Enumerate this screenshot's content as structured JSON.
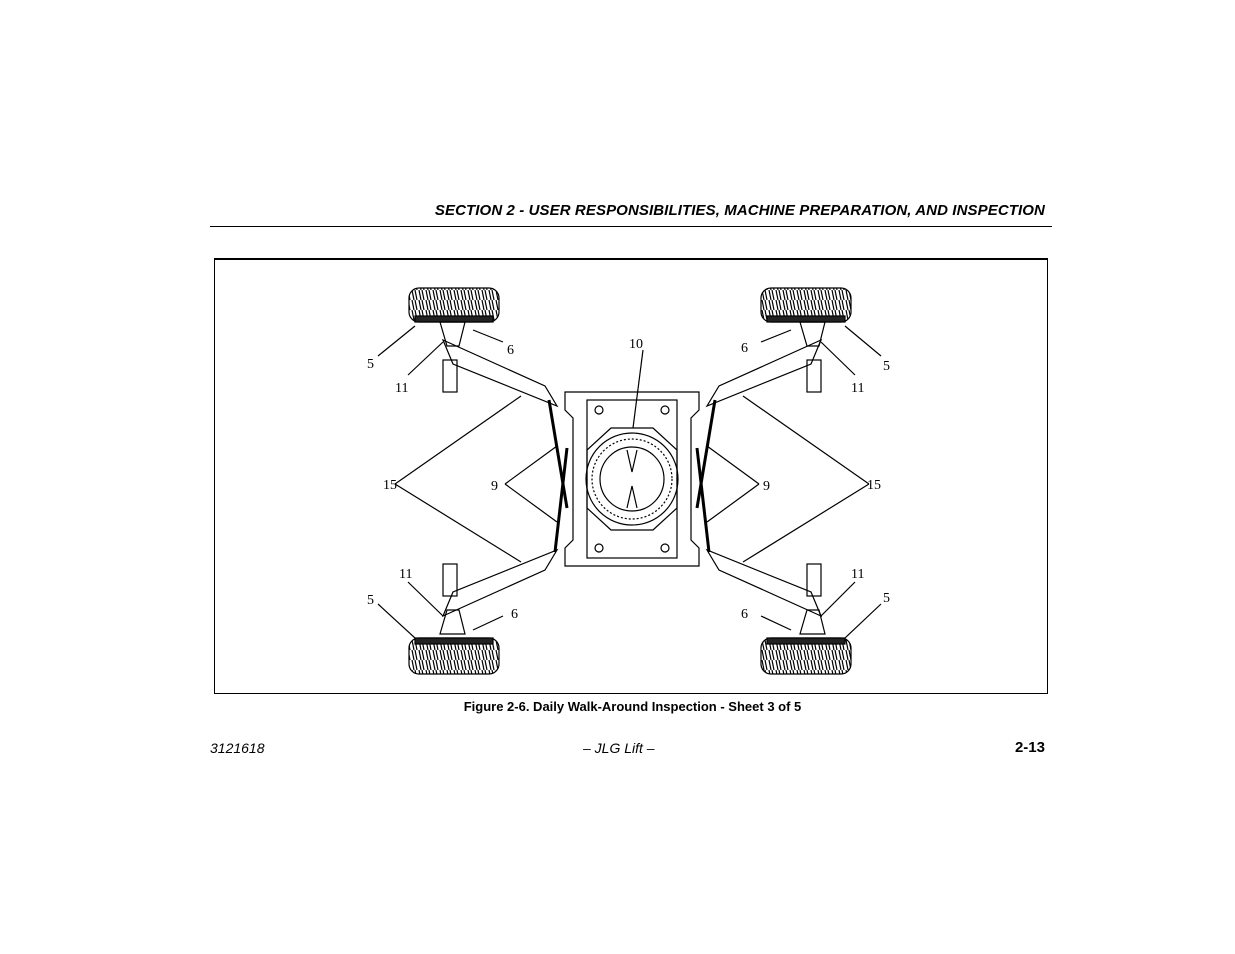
{
  "header": {
    "section_title": "SECTION 2 - USER RESPONSIBILITIES, MACHINE PREPARATION, AND INSPECTION"
  },
  "figure": {
    "caption": "Figure 2-6. Daily Walk-Around Inspection - Sheet 3 of 5",
    "callouts": {
      "c5": "5",
      "c6": "6",
      "c9": "9",
      "c10": "10",
      "c11": "11",
      "c15": "15"
    }
  },
  "footer": {
    "doc_number": "3121618",
    "publisher": "– JLG Lift –",
    "page_number": "2-13"
  }
}
